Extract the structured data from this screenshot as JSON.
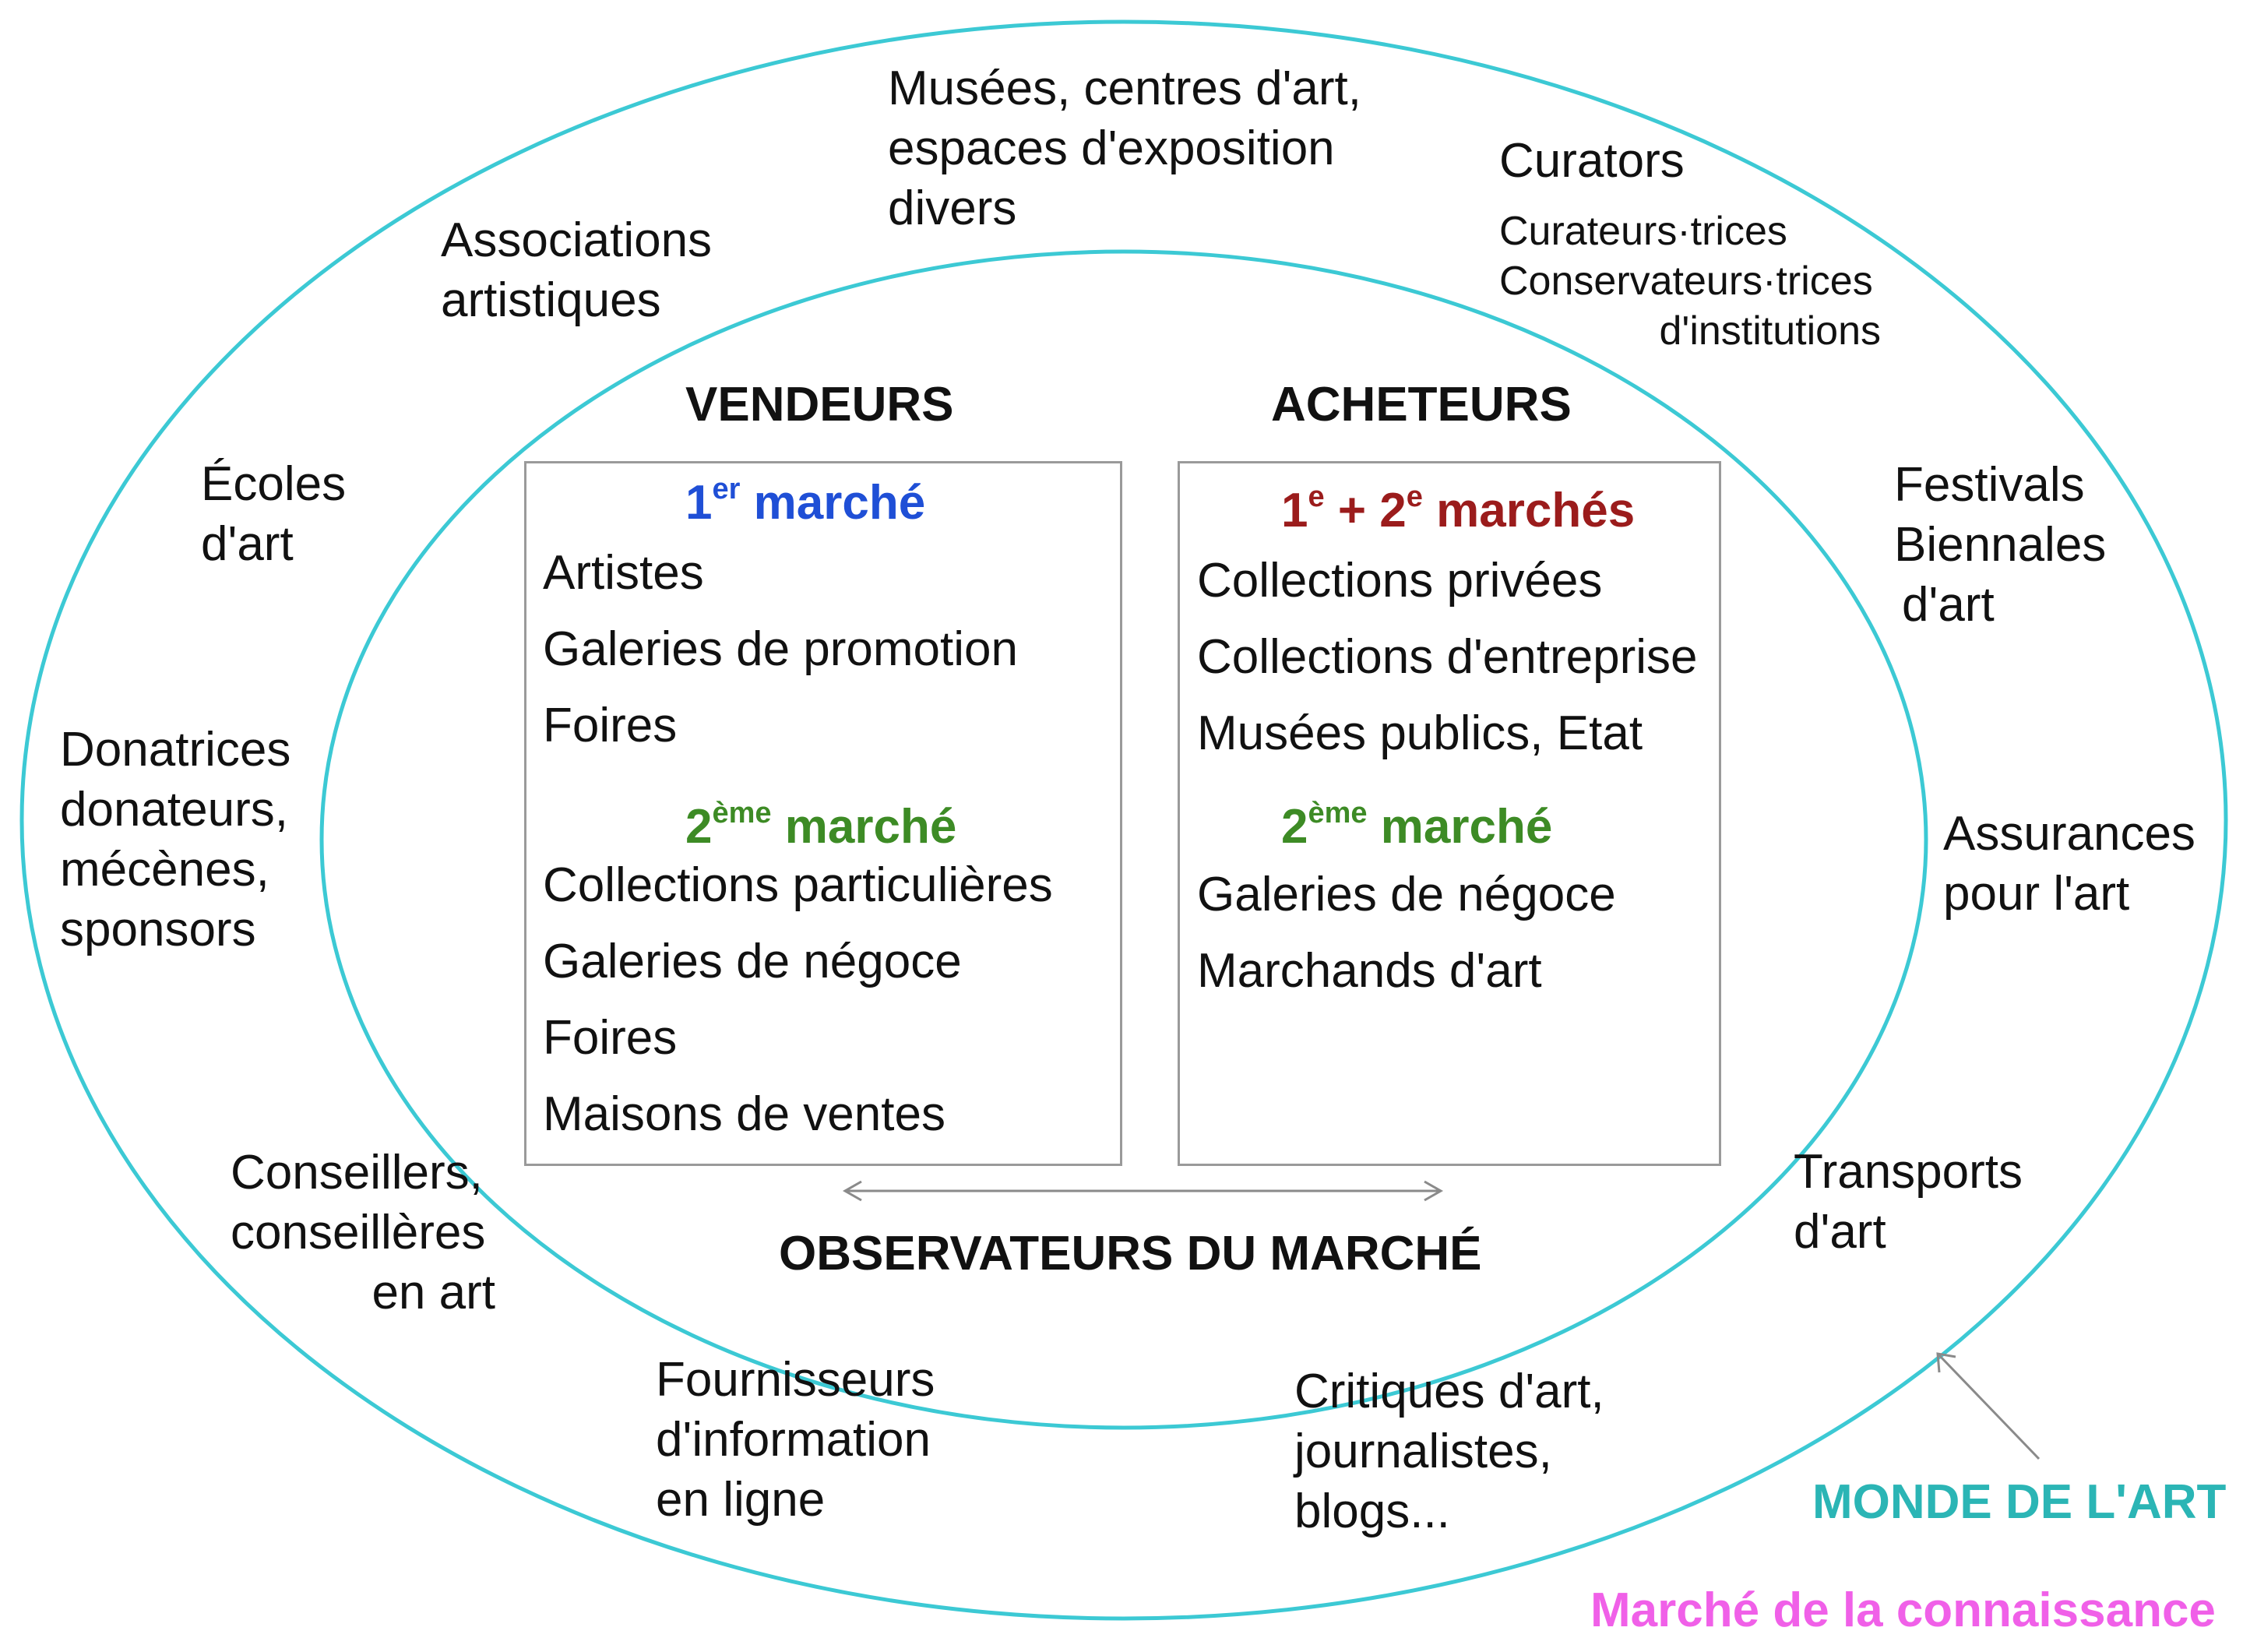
{
  "colors": {
    "ring": "#3cc9d4",
    "first_market": "#1f4fd6",
    "second_market": "#3d8b25",
    "both_markets": "#9b1c1c",
    "monde": "#2bb5b5",
    "connaissance": "#f060e8",
    "box_border": "#9a9a9a",
    "arrow": "#8a8a8a"
  },
  "outer_labels": {
    "musees": [
      "Musées, centres d'art,",
      "espaces d'exposition",
      "divers"
    ],
    "associations": [
      "Associations",
      "artistiques"
    ],
    "curators_title": "Curators",
    "curators_detail": [
      "Curateurs·trices",
      "Conservateurs·trices",
      "d'institutions"
    ],
    "ecoles": [
      "Écoles",
      "d'art"
    ],
    "festivals": [
      "Festivals",
      "Biennales",
      "d'art"
    ],
    "donatrices": [
      "Donatrices",
      "donateurs,",
      "mécènes,",
      "sponsors"
    ],
    "assurances": [
      "Assurances",
      "pour l'art"
    ],
    "conseillers": [
      "Conseillers,",
      "conseillères",
      "en art"
    ],
    "transports": [
      "Transports",
      "d'art"
    ],
    "fournisseurs": [
      "Fournisseurs",
      "d'information",
      "en ligne"
    ],
    "critiques": [
      "Critiques d'art,",
      "journalistes,",
      "blogs..."
    ]
  },
  "vendeurs": {
    "heading": "VENDEURS",
    "first_market": {
      "num": "1",
      "sup": "er",
      "label": " marché"
    },
    "first_items": [
      "Artistes",
      "Galeries de promotion",
      "Foires"
    ],
    "second_market": {
      "num": "2",
      "sup": "ème",
      "label": " marché"
    },
    "second_items": [
      "Collections particulières",
      "Galeries de négoce",
      "Foires",
      "Maisons de ventes"
    ]
  },
  "acheteurs": {
    "heading": "ACHETEURS",
    "both_markets": {
      "num1": "1",
      "sup1": "e",
      "plus": " + ",
      "num2": "2",
      "sup2": "e",
      "label": " marchés"
    },
    "first_items": [
      "Collections privées",
      "Collections d'entreprise",
      "Musées publics, Etat"
    ],
    "second_market": {
      "num": "2",
      "sup": "ème",
      "label": " marché"
    },
    "second_items": [
      "Galeries de négoce",
      "Marchands d'art"
    ]
  },
  "observateurs": "OBSERVATEURS DU MARCHÉ",
  "legend": {
    "monde": "MONDE DE L'ART",
    "connaissance": "Marché de la connaissance"
  }
}
